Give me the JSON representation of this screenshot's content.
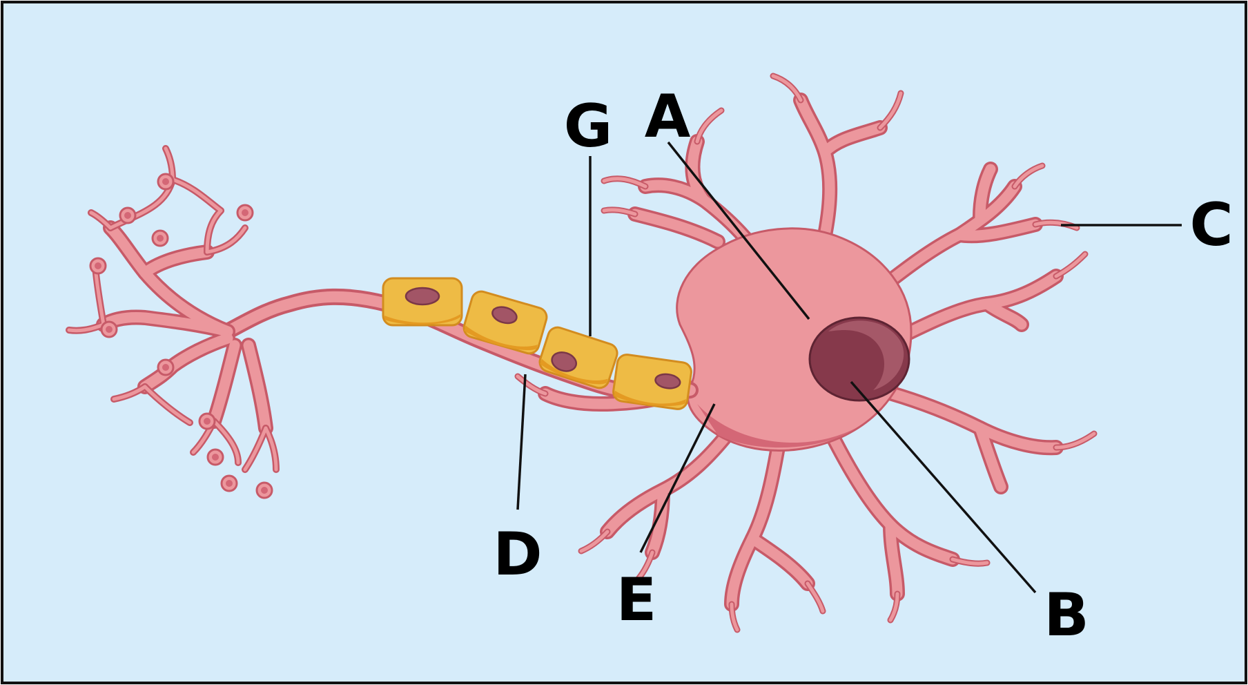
{
  "diagram": {
    "subject": "neuron",
    "colors": {
      "background": "#d6ecfa",
      "frame": "#111111",
      "membrane": "#ec979d",
      "membrane_outline": "#c75a68",
      "myelin": "#eebb45",
      "myelin_outline": "#d38c1f",
      "nucleus": "#86394b",
      "leader_line": "#111111"
    },
    "labels": {
      "A": "A",
      "B": "B",
      "C": "C",
      "D": "D",
      "E": "E",
      "G": "G"
    }
  }
}
